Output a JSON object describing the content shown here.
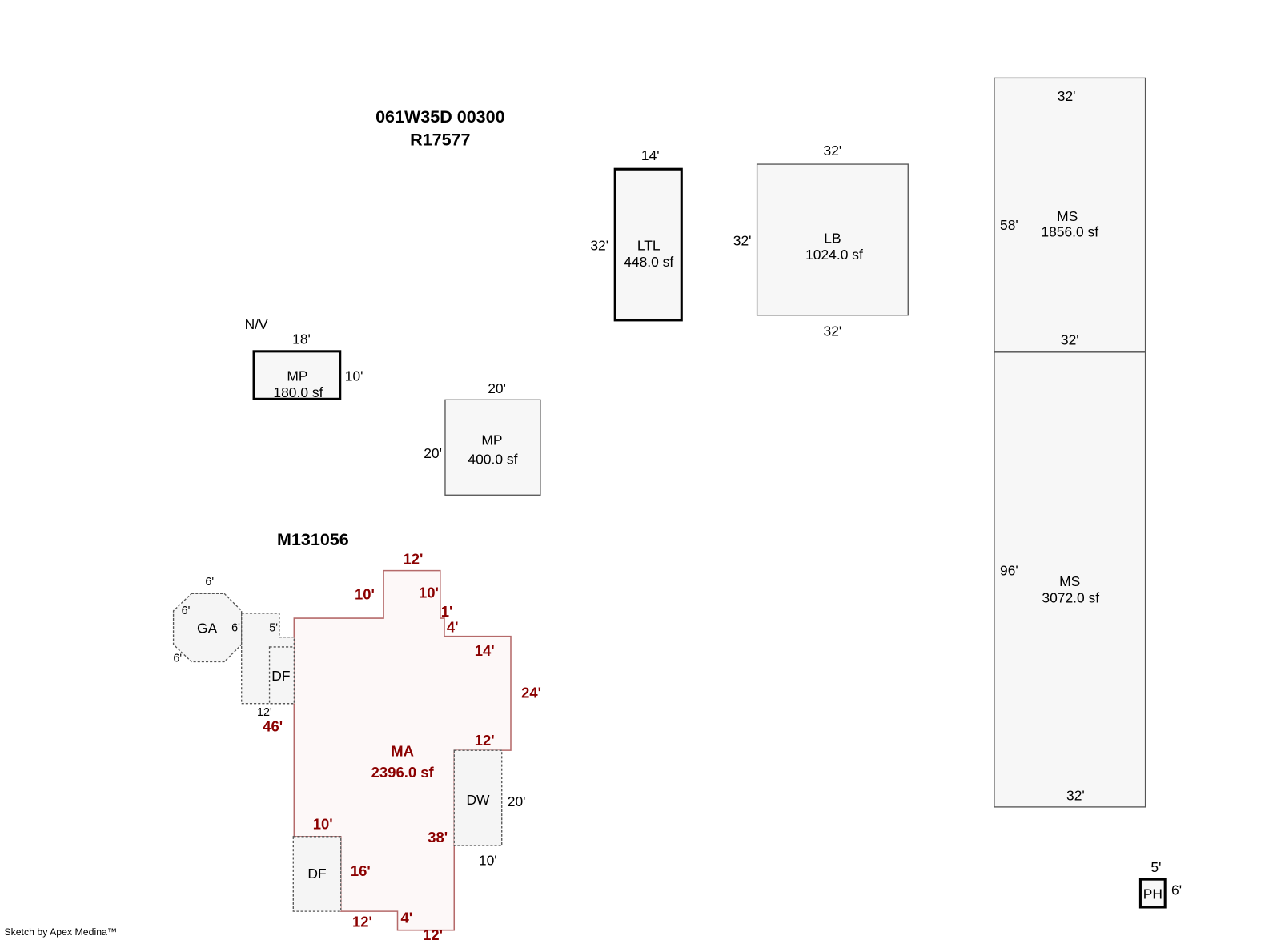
{
  "header": {
    "parcel_id": "061W35D 00300",
    "account": "R17577",
    "card_id": "M131056"
  },
  "footer": {
    "credit": "Sketch by Apex Medina™"
  },
  "colors": {
    "main_area": "#8b0000",
    "outline": "#b56a6a"
  },
  "structures": {
    "ltl": {
      "code": "LTL",
      "area": "448.0 sf",
      "top": "14'",
      "left": "32'"
    },
    "lb": {
      "code": "LB",
      "area": "1024.0 sf",
      "top": "32'",
      "left": "32'",
      "bottom": "32'"
    },
    "ms1": {
      "code": "MS",
      "area": "1856.0 sf",
      "top": "32'",
      "left": "58'",
      "bottom": "32'"
    },
    "ms2": {
      "code": "MS",
      "area": "3072.0 sf",
      "left": "96'",
      "bottom": "32'"
    },
    "mp1": {
      "note": "N/V",
      "code": "MP",
      "area": "180.0 sf",
      "top": "18'",
      "right": "10'"
    },
    "mp2": {
      "code": "MP",
      "area": "400.0 sf",
      "top": "20'",
      "left": "20'"
    },
    "ph": {
      "code": "PH",
      "top": "5'",
      "right": "6'"
    },
    "ma": {
      "code": "MA",
      "area": "2396.0 sf",
      "dims": [
        "12'",
        "10'",
        "10'",
        "1'",
        "4'",
        "14'",
        "24'",
        "12'",
        "38'",
        "12'",
        "4'",
        "12'",
        "16'",
        "10'",
        "46'"
      ]
    },
    "ga": {
      "code": "GA",
      "dims": [
        "6'",
        "6'",
        "6'",
        "6'"
      ]
    },
    "df_small": {
      "code": "DF",
      "dims": [
        "5'",
        "12'"
      ]
    },
    "dw": {
      "code": "DW",
      "dims": [
        "20'",
        "10'"
      ]
    },
    "df_bottom": {
      "code": "DF"
    }
  }
}
